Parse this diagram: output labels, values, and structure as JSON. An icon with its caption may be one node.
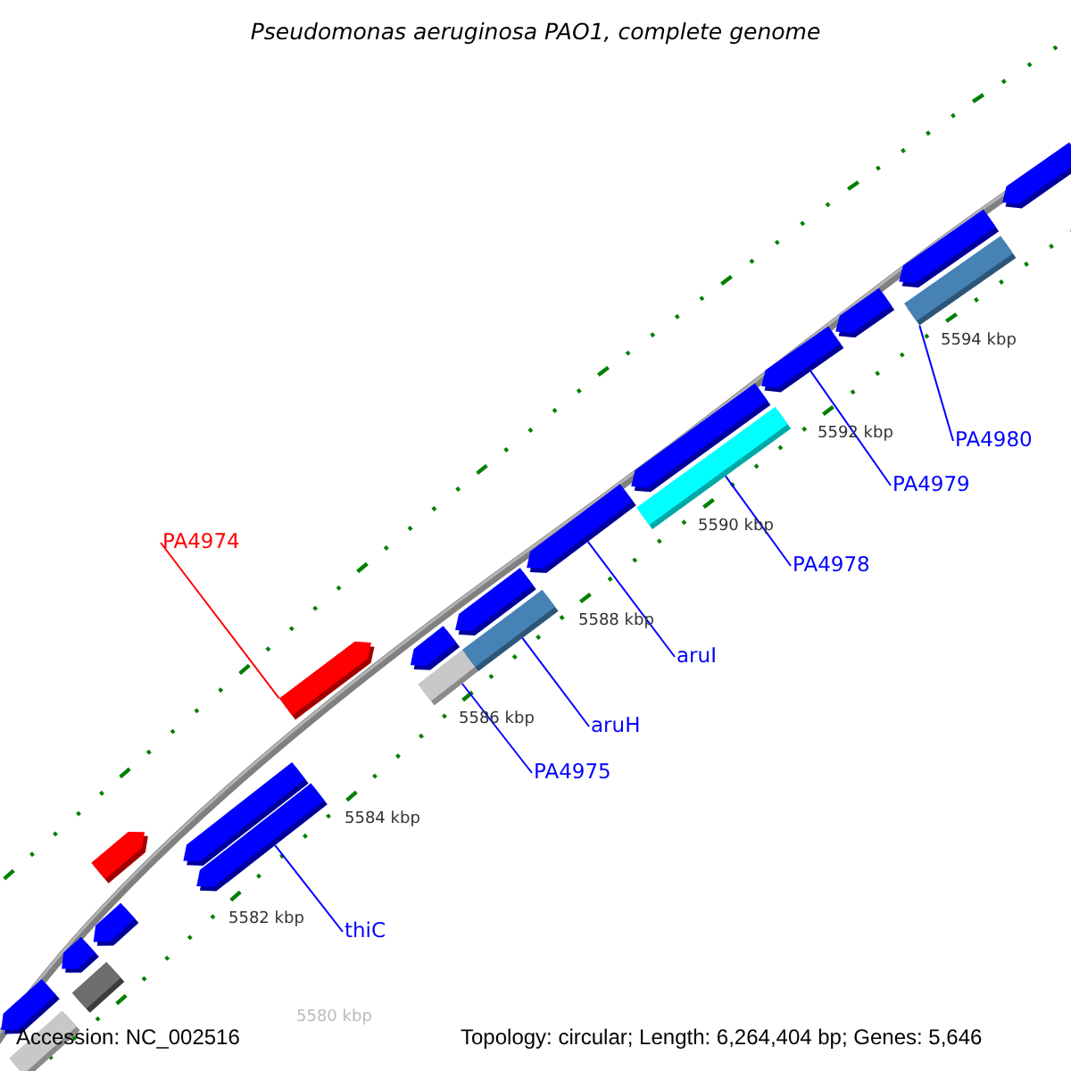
{
  "diagram": {
    "title": "Pseudomonas aeruginosa PAO1, complete genome",
    "nodes": [
      {
        "text": [
          "PA4974"
        ]
      },
      {
        "text": [],
        "shape": "arrow"
      },
      {
        "text": [
          "thiC"
        ]
      },
      {
        "text": [],
        "shape": "arrow"
      },
      {
        "text": [
          "PA4975"
        ]
      },
      {
        "text": [],
        "shape": "bar"
      },
      {
        "text": [
          "aruH"
        ]
      },
      {
        "text": [],
        "shape": "bar"
      },
      {
        "text": [
          "aruI"
        ]
      },
      {
        "text": [],
        "shape": "arrow"
      },
      {
        "text": [
          "PA4978"
        ]
      },
      {
        "text": [],
        "shape": "bar"
      },
      {
        "text": [
          "PA4979"
        ]
      },
      {
        "text": [],
        "shape": "arrow"
      },
      {
        "text": [
          "PA4980"
        ]
      },
      {
        "text": [],
        "shape": "bar"
      },
      {
        "text": [],
        "shape": "arrow"
      },
      {
        "text": [],
        "shape": "bar"
      },
      {
        "text": [],
        "shape": "arrow"
      },
      {
        "text": [],
        "shape": "bar"
      },
      {
        "text": [],
        "shape": "arrow"
      },
      {
        "text": [],
        "shape": "arrow"
      },
      {
        "text": [],
        "shape": "arrow"
      },
      {
        "text": [],
        "shape": "arrow"
      },
      {
        "text": [],
        "shape": "arrow"
      },
      {
        "text": [],
        "shape": "arrow"
      },
      {
        "text": [],
        "shape": "arrow"
      },
      {
        "text": [],
        "shape": "arrow"
      },
      {
        "text": [],
        "shape": "arrow"
      }
    ],
    "edges": [
      {
        "from": 0,
        "to": 1,
        "arrow": "none",
        "color": "#ff0000"
      },
      {
        "from": 2,
        "to": 3,
        "arrow": "none"
      },
      {
        "from": 4,
        "to": 5,
        "arrow": "none"
      },
      {
        "from": 6,
        "to": 7,
        "arrow": "none"
      },
      {
        "from": 8,
        "to": 9,
        "arrow": "none"
      },
      {
        "from": 10,
        "to": 11,
        "arrow": "none"
      },
      {
        "from": 12,
        "to": 13,
        "arrow": "none"
      },
      {
        "from": 14,
        "to": 15,
        "arrow": "none"
      }
    ],
    "labels": [
      "5580 kbp",
      "5582 kbp",
      "5584 kbp",
      "5586 kbp",
      "5588 kbp",
      "5590 kbp",
      "5592 kbp",
      "5594 kbp",
      "Accession: NC_002516",
      "Topology: circular; Length: 6,264,404 bp; Genes: 5,646"
    ]
  }
}
